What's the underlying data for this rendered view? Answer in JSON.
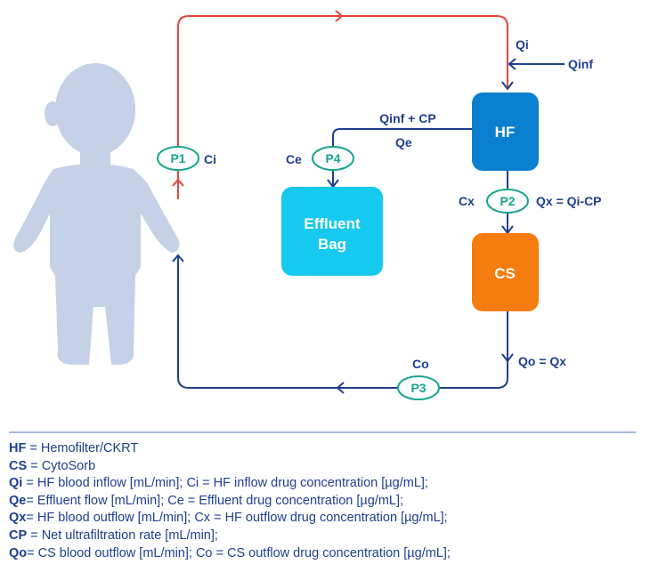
{
  "nodes": {
    "hf": "HF",
    "effluent": "Effluent",
    "bag": "Bag",
    "cs": "CS"
  },
  "ports": {
    "p1": "P1",
    "p2": "P2",
    "p3": "P3",
    "p4": "P4"
  },
  "flow_labels": {
    "ci": "Ci",
    "qi": "Qi",
    "qinf": "Qinf",
    "qinf_cp": "Qinf + CP",
    "qe": "Qe",
    "ce": "Ce",
    "cx": "Cx",
    "qx": "Qx = Qi-CP",
    "qo": "Qo = Qx",
    "co": "Co"
  },
  "colors": {
    "blood_in_line": "#e8443c",
    "circuit_line": "#1d3f8f",
    "hf_box": "#0a7fd0",
    "effluent_box": "#17c8ef",
    "cs_box": "#f57c0f",
    "port": "#17a58c",
    "child": "#c5d1e6"
  },
  "legend": [
    {
      "key": "HF",
      "sep": " = ",
      "text": "Hemofilter/CKRT"
    },
    {
      "key": "CS",
      "sep": " = ",
      "text": "CytoSorb"
    },
    {
      "key": "Qi",
      "sep": " = ",
      "text": "HF blood inflow [mL/min]; Ci = HF inflow drug concentration [µg/mL];"
    },
    {
      "key": "Qe",
      "sep": "= ",
      "text": "Effluent flow [mL/min]; Ce = Effluent drug concentration [µg/mL];"
    },
    {
      "key": "Qx",
      "sep": "= ",
      "text": "HF blood outflow [mL/min]; Cx = HF outflow drug concentration [µg/mL];"
    },
    {
      "key": "CP",
      "sep": " = ",
      "text": "Net ultrafiltration rate [mL/min];"
    },
    {
      "key": "Qo",
      "sep": "= ",
      "text": "CS blood outflow [mL/min]; Co = CS outflow drug concentration [µg/mL];"
    }
  ]
}
